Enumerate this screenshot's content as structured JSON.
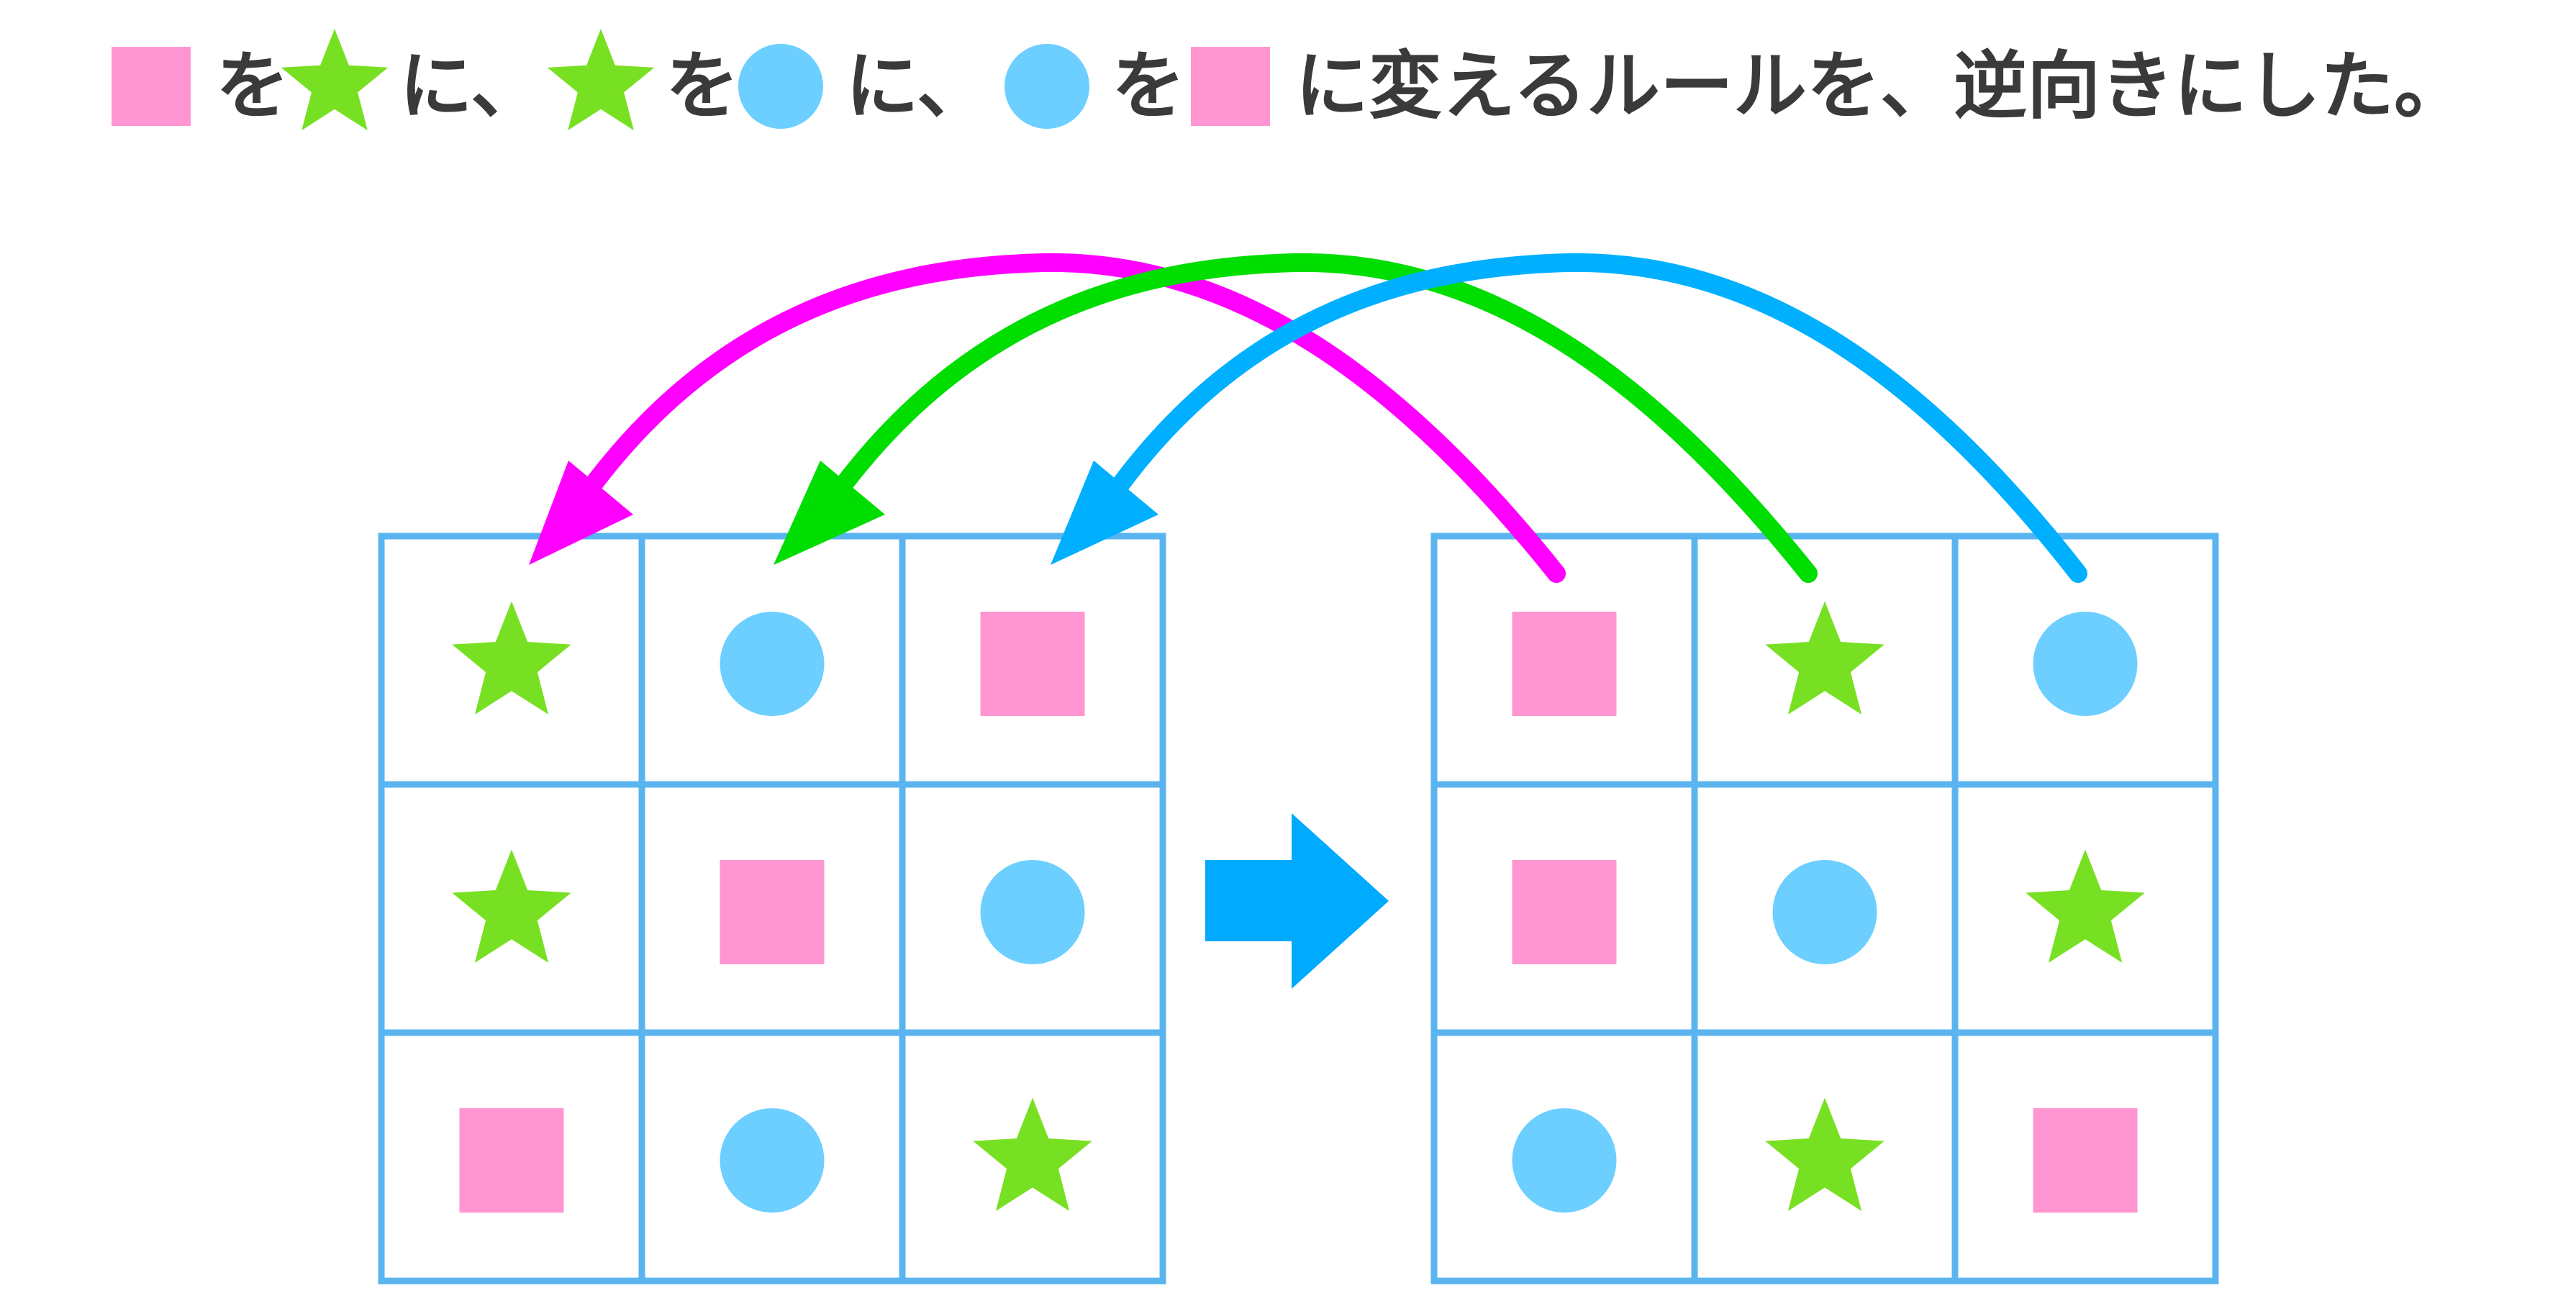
{
  "caption": {
    "segments": [
      "を",
      "に、",
      "を",
      "に、",
      "を",
      "に変えるルールを、逆向きにした。"
    ],
    "symbols": [
      "square",
      "star",
      "star",
      "circle",
      "circle",
      "square"
    ]
  },
  "grids": {
    "left": [
      [
        "star",
        "circle",
        "square"
      ],
      [
        "star",
        "square",
        "circle"
      ],
      [
        "square",
        "circle",
        "star"
      ]
    ],
    "right": [
      [
        "square",
        "star",
        "circle"
      ],
      [
        "square",
        "circle",
        "star"
      ],
      [
        "circle",
        "star",
        "square"
      ]
    ]
  },
  "arrows": [
    {
      "from": "right-col-1",
      "to": "left-col-1",
      "color": "#ff00ff"
    },
    {
      "from": "right-col-2",
      "to": "left-col-2",
      "color": "#00dd00"
    },
    {
      "from": "right-col-3",
      "to": "left-col-3",
      "color": "#00b0ff"
    }
  ],
  "colors": {
    "square": "#ff96d2",
    "star": "#78e022",
    "circle": "#6ccfff",
    "grid_line": "#5ab4ef",
    "transform_arrow": "#00aaff",
    "text": "#3a3a3a"
  }
}
